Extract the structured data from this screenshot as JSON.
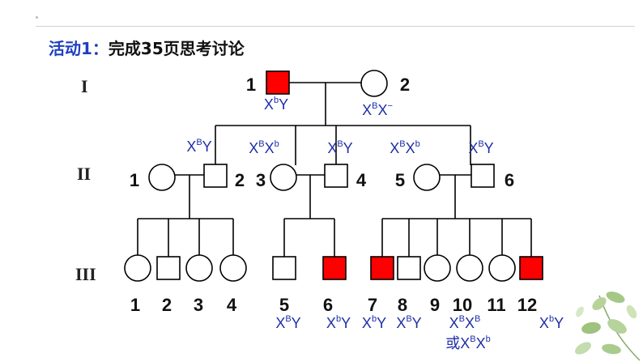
{
  "title": {
    "prefix": "活动1：",
    "text": "完成35页思考讨论"
  },
  "generations": {
    "g1": "I",
    "g2": "II",
    "g3": "III"
  },
  "colors": {
    "affected": "#ff0000",
    "line": "#000000",
    "genotype": "#1e2fa8",
    "title_accent": "#1f3fbf"
  },
  "individuals": {
    "I1": {
      "num": "1",
      "sex": "male",
      "affected": true,
      "genotype": {
        "a": "X",
        "as": "b",
        "b": "Y",
        "bs": ""
      }
    },
    "I2": {
      "num": "2",
      "sex": "female",
      "affected": false,
      "genotype": {
        "a": "X",
        "as": "B",
        "b": "X",
        "bs": "−"
      }
    },
    "II1": {
      "num": "1",
      "sex": "female",
      "affected": false
    },
    "II2": {
      "num": "2",
      "sex": "male",
      "affected": false,
      "genotype": {
        "a": "X",
        "as": "B",
        "b": "Y",
        "bs": ""
      }
    },
    "II3": {
      "num": "3",
      "sex": "female",
      "affected": false,
      "genotype": {
        "a": "X",
        "as": "B",
        "b": "X",
        "bs": "b"
      }
    },
    "II4": {
      "num": "4",
      "sex": "male",
      "affected": false,
      "genotype": {
        "a": "X",
        "as": "B",
        "b": "Y",
        "bs": ""
      }
    },
    "II5": {
      "num": "5",
      "sex": "female",
      "affected": false,
      "genotype": {
        "a": "X",
        "as": "B",
        "b": "X",
        "bs": "b"
      }
    },
    "II6": {
      "num": "6",
      "sex": "male",
      "affected": false,
      "genotype": {
        "a": "X",
        "as": "B",
        "b": "Y",
        "bs": ""
      }
    },
    "III1": {
      "num": "1",
      "sex": "female",
      "affected": false
    },
    "III2": {
      "num": "2",
      "sex": "male",
      "affected": false
    },
    "III3": {
      "num": "3",
      "sex": "female",
      "affected": false
    },
    "III4": {
      "num": "4",
      "sex": "female",
      "affected": false
    },
    "III5": {
      "num": "5",
      "sex": "male",
      "affected": false,
      "genotype": {
        "a": "X",
        "as": "B",
        "b": "Y",
        "bs": ""
      }
    },
    "III6": {
      "num": "6",
      "sex": "male",
      "affected": true,
      "genotype": {
        "a": "X",
        "as": "b",
        "b": "Y",
        "bs": ""
      }
    },
    "III7": {
      "num": "7",
      "sex": "male",
      "affected": true,
      "genotype": {
        "a": "X",
        "as": "b",
        "b": "Y",
        "bs": ""
      }
    },
    "III8": {
      "num": "8",
      "sex": "male",
      "affected": false,
      "genotype": {
        "a": "X",
        "as": "B",
        "b": "Y",
        "bs": ""
      }
    },
    "III9": {
      "num": "9",
      "sex": "female",
      "affected": false
    },
    "III10": {
      "num": "10",
      "sex": "female",
      "affected": false,
      "genotype": {
        "a": "X",
        "as": "B",
        "b": "X",
        "bs": "B"
      },
      "genotype_alt": {
        "prefix": "或",
        "a": "X",
        "as": "B",
        "b": "X",
        "bs": "b"
      }
    },
    "III11": {
      "num": "11",
      "sex": "female",
      "affected": false
    },
    "III12": {
      "num": "12",
      "sex": "male",
      "affected": true,
      "genotype": {
        "a": "X",
        "as": "b",
        "b": "Y",
        "bs": ""
      }
    }
  }
}
